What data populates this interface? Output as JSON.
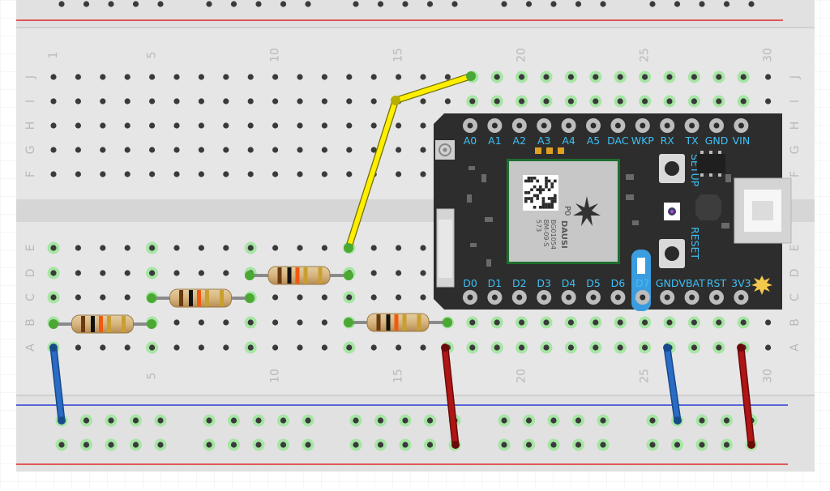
{
  "column_numbers": [
    "1",
    "5",
    "10",
    "15",
    "20",
    "25",
    "30"
  ],
  "row_letters_top": [
    "J",
    "I",
    "H",
    "G",
    "F"
  ],
  "row_letters_bottom": [
    "E",
    "D",
    "C",
    "B",
    "A"
  ],
  "board": {
    "top_pins": [
      "A0",
      "A1",
      "A2",
      "A3",
      "A4",
      "A5",
      "DAC",
      "WKP",
      "RX",
      "TX",
      "GND",
      "VIN"
    ],
    "bottom_pins": [
      "D0",
      "D1",
      "D2",
      "D3",
      "D4",
      "D5",
      "D6",
      "D7",
      "GND",
      "VBAT",
      "RST",
      "3V3"
    ],
    "setup_label": "SETUP",
    "reset_label": "RESET",
    "module_label": "P0",
    "module_text": [
      "BG01054",
      "BM-09-S",
      "573"
    ],
    "brand": "DAUSI"
  },
  "colors": {
    "rail_red": "#e0292b",
    "rail_blue": "#2b3bd6",
    "wire_yellow": "#ffee00",
    "wire_blue": "#2a6bc4",
    "wire_red": "#b01515",
    "pin_label": "#3fc0f5",
    "board": "#2d2d2d",
    "connected_hole": "#a6e5a3"
  },
  "icons": [
    "chip-antenna-icon",
    "star-logo-icon",
    "power-led-icon",
    "usb-connector-icon",
    "rgb-led-icon"
  ]
}
